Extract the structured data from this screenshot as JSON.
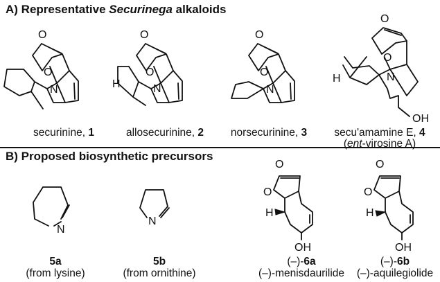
{
  "section_a": {
    "prefix": "A) Representative ",
    "italic": "Securinega",
    "suffix": " alkaloids"
  },
  "section_b": {
    "title": "B) Proposed biosynthetic precursors"
  },
  "compounds_a": [
    {
      "name": "securinine, ",
      "number": "1"
    },
    {
      "name": "allosecurinine, ",
      "number": "2"
    },
    {
      "name": "norsecurinine, ",
      "number": "3"
    },
    {
      "name": "secu'amamine E, ",
      "number": "4",
      "alias_prefix": "(",
      "alias_italic": "ent",
      "alias_suffix": "-virosine A)"
    }
  ],
  "compounds_b": [
    {
      "label": "5a",
      "source": "(from lysine)"
    },
    {
      "label": "5b",
      "source": "(from ornithine)"
    },
    {
      "label_prefix": "(–)-",
      "label": "6a",
      "name": "(–)-menisdaurilide"
    },
    {
      "label_prefix": "(–)-",
      "label": "6b",
      "name": "(–)-aquilegiolide"
    }
  ],
  "atoms": {
    "O": "O",
    "N": "N",
    "H": "H",
    "OH": "OH"
  }
}
